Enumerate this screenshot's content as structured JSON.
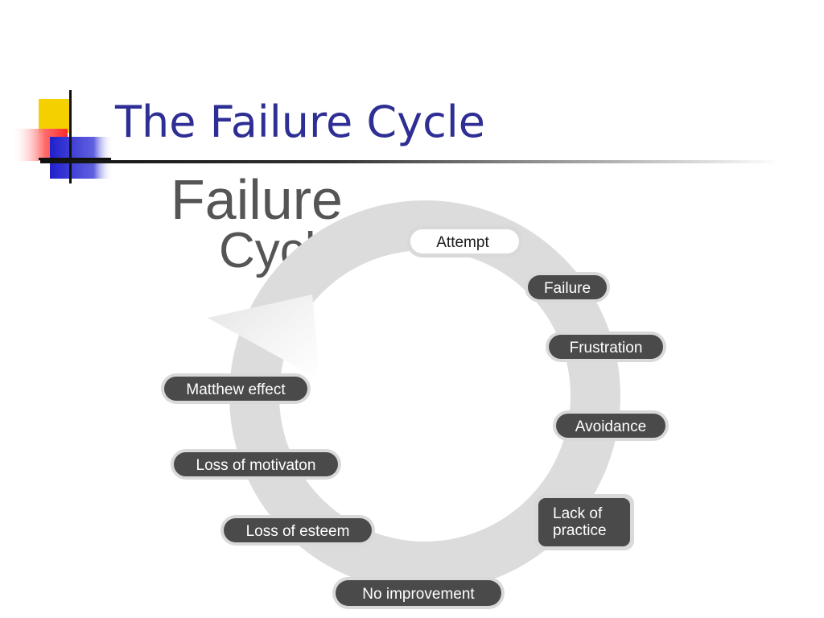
{
  "slide": {
    "title": "The Failure Cycle"
  },
  "diagram": {
    "heading_line1": "Failure",
    "heading_line2": "Cycle",
    "steps": [
      "Attempt",
      "Failure",
      "Frustration",
      "Avoidance",
      "Lack of",
      "practice",
      "No improvement",
      "Loss of esteem",
      "Loss of motivaton",
      "Matthew effect"
    ]
  },
  "colors": {
    "title_blue": "#2e2e94",
    "pill_dark": "#4a4a4a",
    "ring_gray": "#dcdcdc",
    "logo_yellow": "#f5d000",
    "logo_blue": "#2a2ad0",
    "logo_red": "#ff3030"
  }
}
